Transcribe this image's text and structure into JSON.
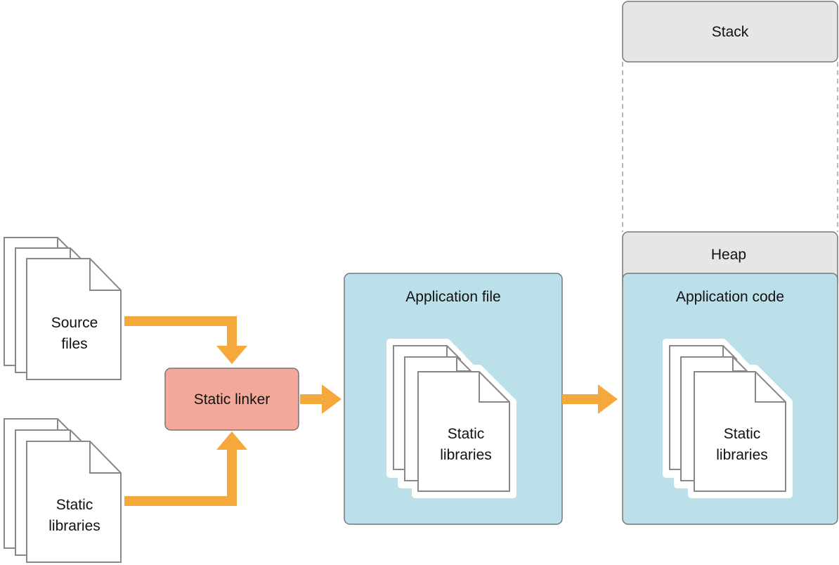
{
  "colors": {
    "arrow": "#F5A83C",
    "linker_fill": "#F4A899",
    "container_fill": "#BCE0EA",
    "memory_gray": "#E5E6E6",
    "stroke": "#777777",
    "doc_stroke": "#888888"
  },
  "inputs": {
    "source_files": {
      "line1": "Source",
      "line2": "files",
      "icon": "document-stack-icon"
    },
    "static_libraries": {
      "line1": "Static",
      "line2": "libraries",
      "icon": "document-stack-icon"
    }
  },
  "linker": {
    "label": "Static linker"
  },
  "application_file": {
    "title": "Application file",
    "libraries": {
      "line1": "Static",
      "line2": "libraries"
    }
  },
  "memory": {
    "stack_label": "Stack",
    "heap_label": "Heap",
    "app_code": {
      "title": "Application code",
      "libraries": {
        "line1": "Static",
        "line2": "libraries"
      }
    }
  }
}
